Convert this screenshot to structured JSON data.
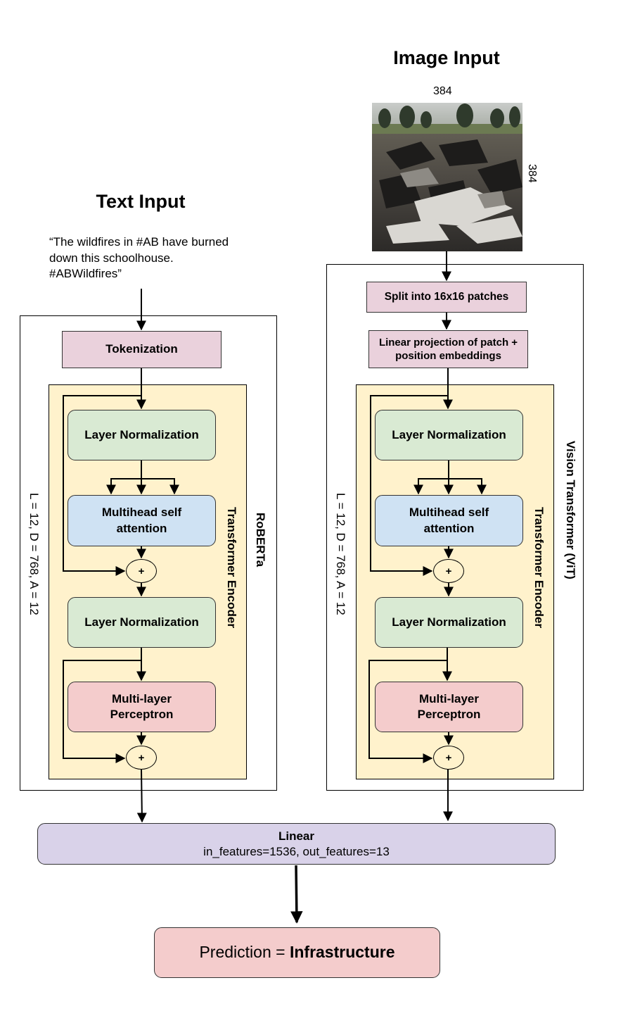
{
  "text_branch": {
    "title": "Text Input",
    "sample_text": "“The wildfires in #AB have burned down this schoolhouse. #ABWildfires”",
    "model_name": "RoBERTa",
    "config": "L = 12, D = 768, A = 12",
    "tokenization": "Tokenization",
    "encoder_name": "Transformer Encoder",
    "layer_norm_1": "Layer Normalization",
    "attention": "Multihead self attention",
    "plus_1": "+",
    "layer_norm_2": "Layer Normalization",
    "mlp": "Multi-layer Perceptron",
    "plus_2": "+"
  },
  "image_branch": {
    "title": "Image Input",
    "width_label": "384",
    "height_label": "384",
    "model_name": "Vision Transformer (ViT)",
    "config": "L = 12, D = 768, A = 12",
    "split": "Split into 16x16 patches",
    "projection": "Linear projection of patch + position embeddings",
    "encoder_name": "Transformer Encoder",
    "layer_norm_1": "Layer Normalization",
    "attention": "Multihead self attention",
    "plus_1": "+",
    "layer_norm_2": "Layer Normalization",
    "mlp": "Multi-layer Perceptron",
    "plus_2": "+"
  },
  "linear": {
    "title": "Linear",
    "params": "in_features=1536, out_features=13"
  },
  "prediction": {
    "prefix": "Prediction = ",
    "value": "Infrastructure"
  },
  "colors": {
    "pink": "#ead1dc",
    "green": "#d9ead3",
    "blue": "#cfe2f3",
    "red": "#f4cccc",
    "purple": "#d9d2e9",
    "cream": "#fff2cc"
  }
}
